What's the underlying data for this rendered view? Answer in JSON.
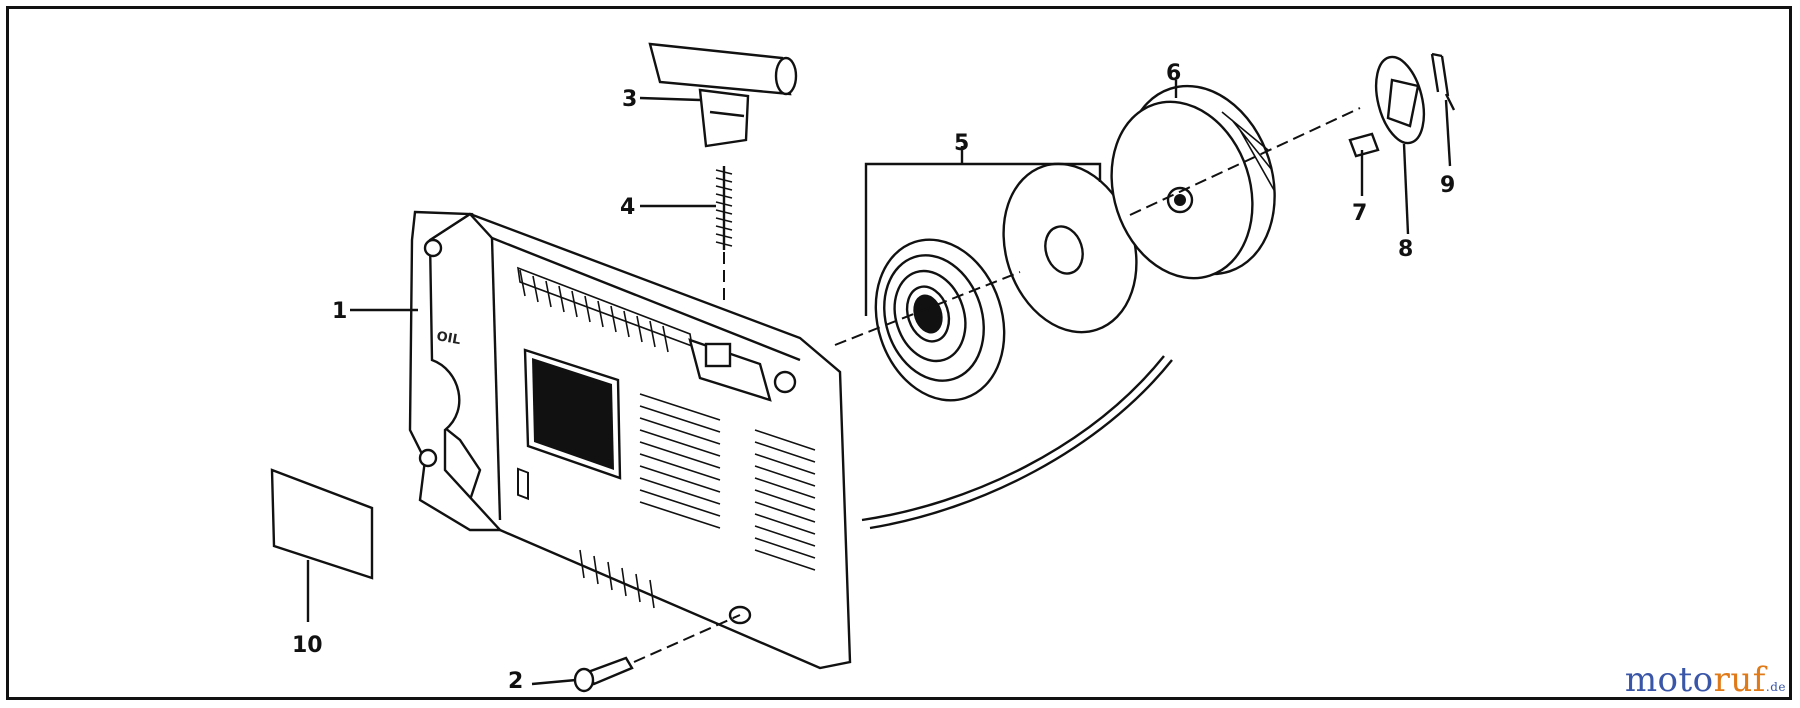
{
  "diagram": {
    "callouts": [
      {
        "id": "c1",
        "text": "1"
      },
      {
        "id": "c2",
        "text": "2"
      },
      {
        "id": "c3",
        "text": "3"
      },
      {
        "id": "c4",
        "text": "4"
      },
      {
        "id": "c5",
        "text": "5"
      },
      {
        "id": "c6",
        "text": "6"
      },
      {
        "id": "c7",
        "text": "7"
      },
      {
        "id": "c8",
        "text": "8"
      },
      {
        "id": "c9",
        "text": "9"
      },
      {
        "id": "c10",
        "text": "10"
      }
    ],
    "housing_marking": "OIL"
  },
  "watermark": {
    "part1": "moto",
    "part2": "ruf",
    "tld": ".de"
  }
}
